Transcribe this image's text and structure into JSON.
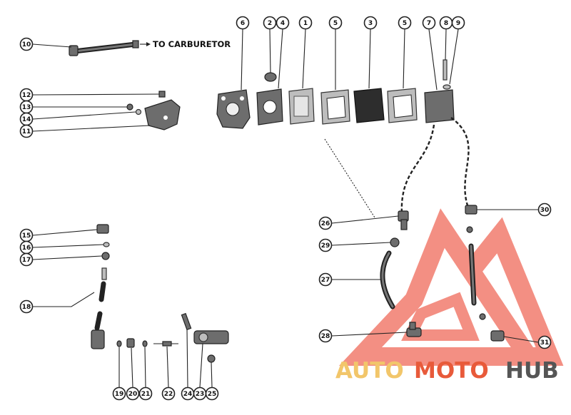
{
  "diagram": {
    "carb_label": "TO CARBURETOR",
    "callouts": {
      "c10": "10",
      "c12": "12",
      "c13": "13",
      "c14": "14",
      "c11": "11",
      "c6": "6",
      "c2": "2",
      "c4": "4",
      "c1": "1",
      "c5a": "5",
      "c3": "3",
      "c5b": "5",
      "c7": "7",
      "c8": "8",
      "c9": "9",
      "c15": "15",
      "c16": "16",
      "c17": "17",
      "c18": "18",
      "c19": "19",
      "c20": "20",
      "c21": "21",
      "c22": "22",
      "c24": "24",
      "c23": "23",
      "c25": "25",
      "c26": "26",
      "c29": "29",
      "c27": "27",
      "c28": "28",
      "c30": "30",
      "c31": "31"
    }
  },
  "watermark": {
    "auto": "AUTO",
    "moto": "MOTO",
    "hub": "HUB",
    "colors": {
      "auto": "#f2c66a",
      "moto": "#e85a3a",
      "hub": "#555555",
      "triangle": "#ef6a5a"
    }
  }
}
